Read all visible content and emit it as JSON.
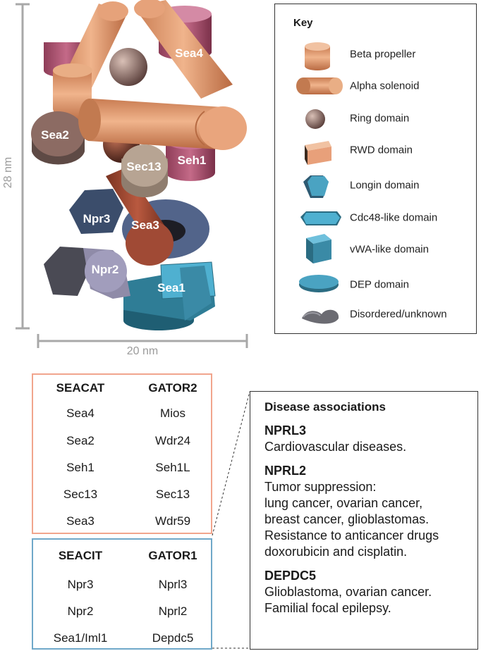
{
  "dimensions": {
    "height_label": "28 nm",
    "width_label": "20 nm"
  },
  "structure_labels": {
    "sea4": "Sea4",
    "sea2": "Sea2",
    "seh1": "Seh1",
    "sec13": "Sec13",
    "npr3": "Npr3",
    "sea3": "Sea3",
    "npr2": "Npr2",
    "sea1": "Sea1"
  },
  "key": {
    "title": "Key",
    "items": [
      {
        "label": "Beta propeller",
        "icon": "cylinder-icon"
      },
      {
        "label": "Alpha solenoid",
        "icon": "rod-icon"
      },
      {
        "label": "Ring domain",
        "icon": "sphere-icon"
      },
      {
        "label": "RWD domain",
        "icon": "box-icon"
      },
      {
        "label": "Longin domain",
        "icon": "hexagon-prism-icon"
      },
      {
        "label": "Cdc48-like domain",
        "icon": "hexagon-slab-icon"
      },
      {
        "label": "vWA-like domain",
        "icon": "cube-icon"
      },
      {
        "label": "DEP domain",
        "icon": "disc-icon"
      },
      {
        "label": "Disordered/unknown",
        "icon": "blob-icon"
      }
    ]
  },
  "colors": {
    "beta_propeller": "#e8a07a",
    "alpha_solenoid": "#d98a5f",
    "seh1": "#b85a78",
    "sea2": "#8c6b63",
    "sec13": "#b7a493",
    "npr3": "#3d4f6b",
    "sea3": "#a04a35",
    "npr2": "#9c98b4",
    "sea1": "#3f8ea8",
    "dark": "#4a4a52",
    "seacat_border": "#f1a58d",
    "seacit_border": "#6fa8c9"
  },
  "seacat_table": {
    "headers": [
      "SEACAT",
      "GATOR2"
    ],
    "rows": [
      [
        "Sea4",
        "Mios"
      ],
      [
        "Sea2",
        "Wdr24"
      ],
      [
        "Seh1",
        "Seh1L"
      ],
      [
        "Sec13",
        "Sec13"
      ],
      [
        "Sea3",
        "Wdr59"
      ]
    ]
  },
  "seacit_table": {
    "headers": [
      "SEACIT",
      "GATOR1"
    ],
    "rows": [
      [
        "Npr3",
        "Nprl3"
      ],
      [
        "Npr2",
        "Nprl2"
      ],
      [
        "Sea1/Iml1",
        "Depdc5"
      ]
    ]
  },
  "disease": {
    "title": "Disease associations",
    "entries": [
      {
        "name": "NPRL3",
        "lines": [
          "Cardiovascular diseases."
        ]
      },
      {
        "name": "NPRL2",
        "lines": [
          "Tumor suppression:",
          "lung cancer, ovarian cancer,",
          "breast cancer, glioblastomas.",
          "Resistance to anticancer drugs",
          "doxorubicin and cisplatin."
        ]
      },
      {
        "name": "DEPDC5",
        "lines": [
          "Glioblastoma, ovarian cancer.",
          "Familial focal epilepsy."
        ]
      }
    ]
  }
}
